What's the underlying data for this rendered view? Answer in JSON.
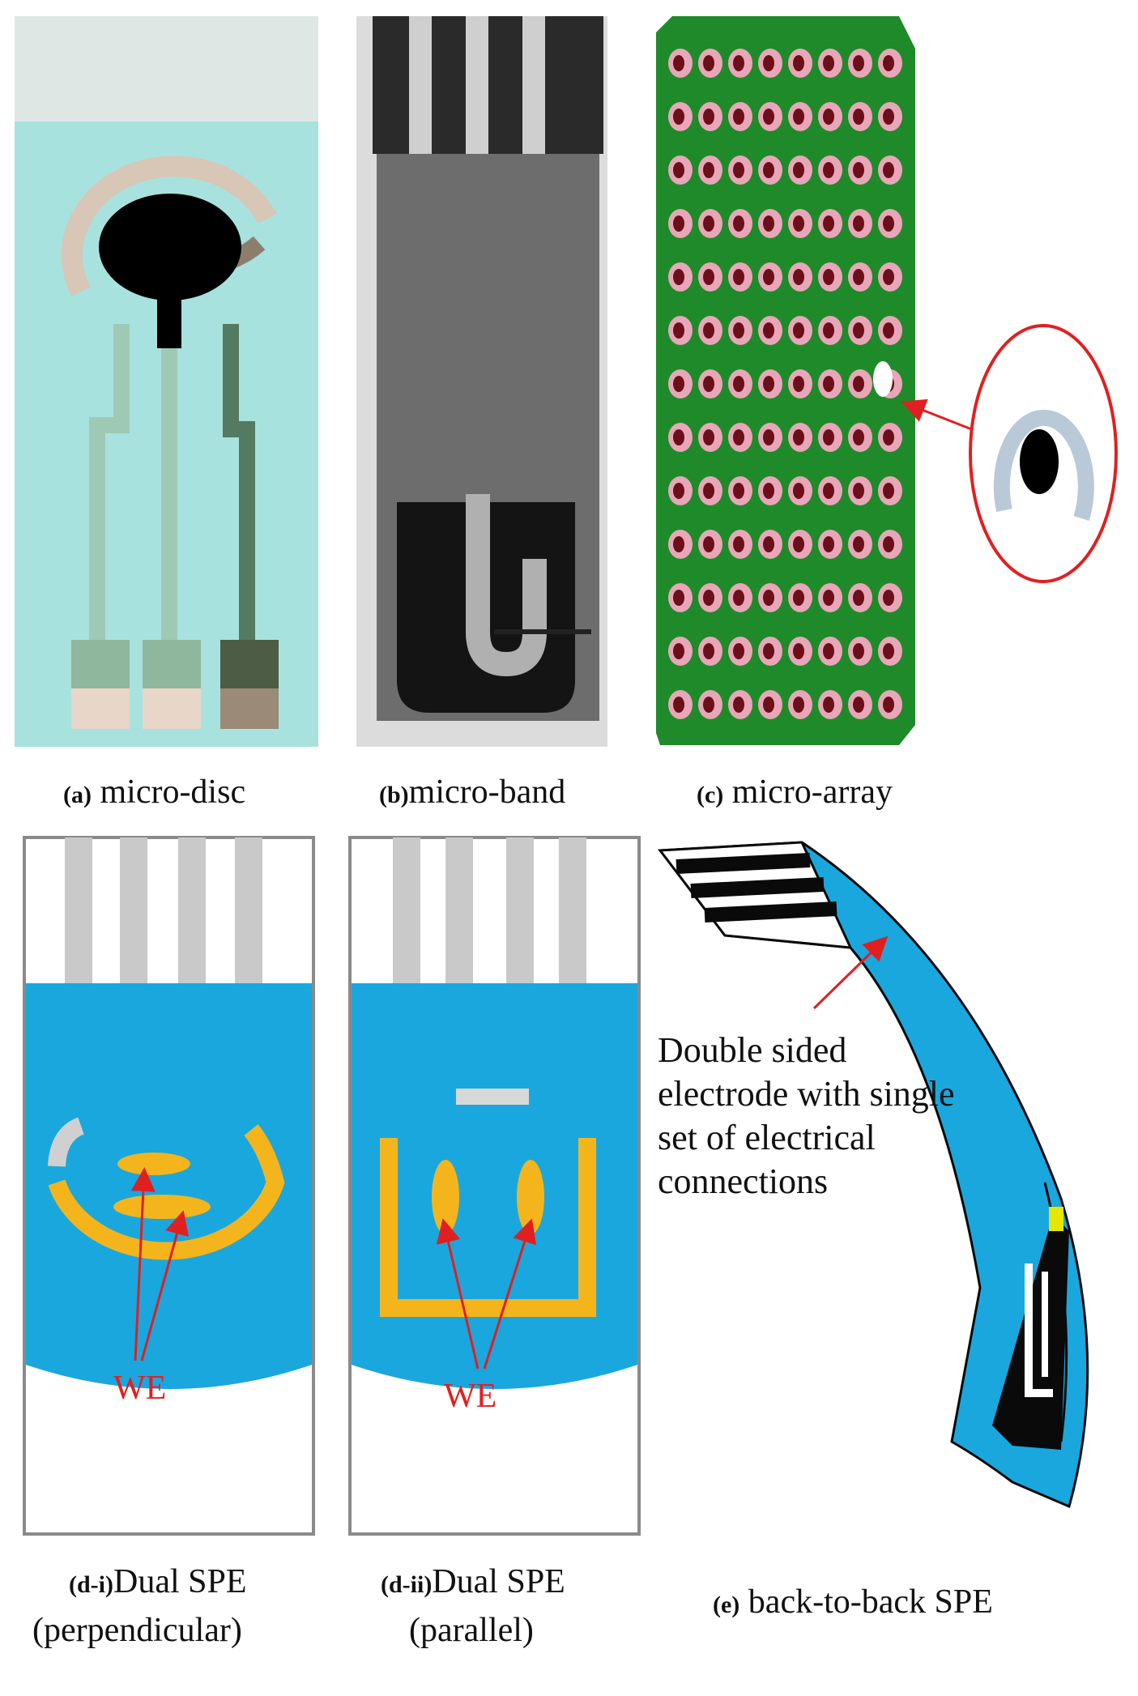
{
  "captions": {
    "a": {
      "tag": "(a)",
      "text": "micro-disc"
    },
    "b": {
      "tag": "(b)",
      "text": "micro-band"
    },
    "c": {
      "tag": "(c)",
      "text": "micro-array"
    },
    "d1": {
      "tag": "(d-i)",
      "text": "Dual SPE",
      "sub": "(perpendicular)"
    },
    "d2": {
      "tag": "(d-ii)",
      "text": "Dual SPE",
      "sub": "(parallel)"
    },
    "e": {
      "tag": "(e)",
      "text": "back-to-back SPE"
    }
  },
  "labels": {
    "we_left": "WE",
    "we_right": "WE",
    "double_sided": [
      "Double sided",
      "electrode with single",
      "set of electrical",
      "connections"
    ]
  },
  "colors": {
    "spe_blue": "#1aa7de",
    "spe_gold": "#f4b51c",
    "arrow_red": "#e02020",
    "array_green": "#1f8a2a",
    "array_pad": "#e8a7b8",
    "array_dot": "#6b0f1a"
  }
}
